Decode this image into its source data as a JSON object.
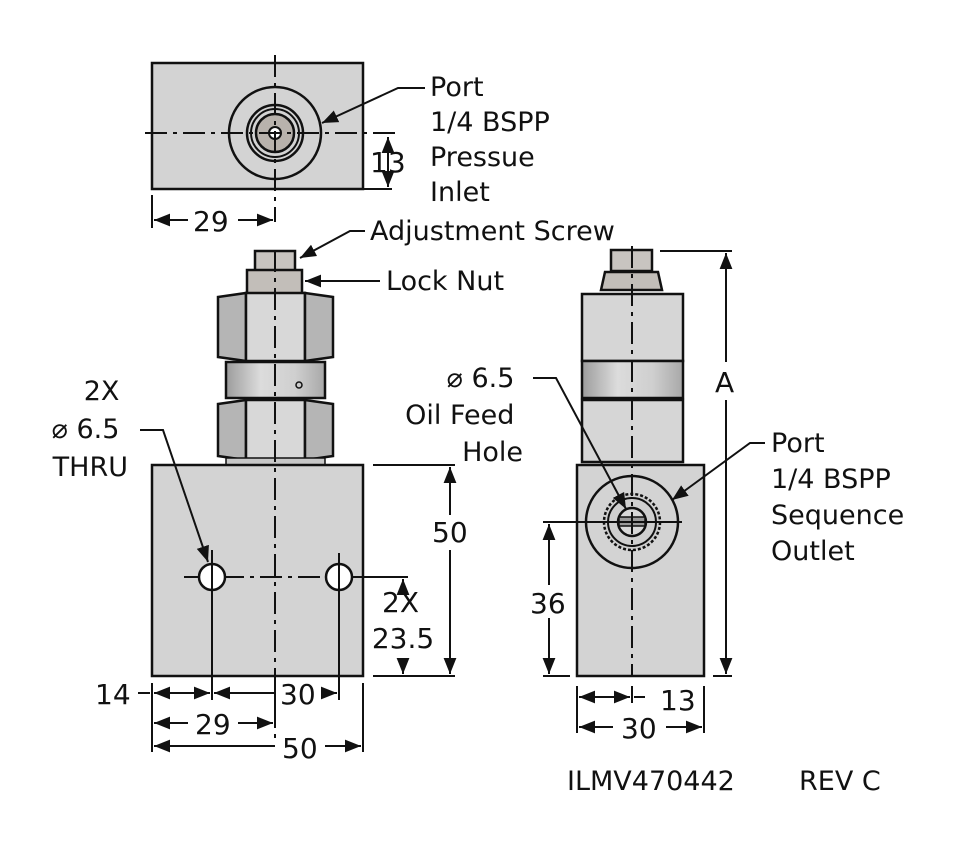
{
  "drawing": {
    "part_number": "ILMV470442",
    "revision": "REV C",
    "colors": {
      "body": "#d3d3d3",
      "line": "#111111",
      "hex_side": "#b5b5b5"
    }
  },
  "top_view": {
    "dim_horizontal": "29",
    "dim_vertical": "13",
    "callout": [
      "Port",
      "1/4 BSPP",
      "Pressue",
      "Inlet"
    ]
  },
  "front_view": {
    "callout_adjustment": "Adjustment Screw",
    "callout_locknut": "Lock Nut",
    "callout_holes": [
      "2X",
      "⌀ 6.5",
      "THRU"
    ],
    "dim_height": "50",
    "dim_hole_height": [
      "2X",
      "23.5"
    ],
    "dim_14": "14",
    "dim_30": "30",
    "dim_29": "29",
    "dim_50": "50"
  },
  "side_view": {
    "callout_oil": [
      "⌀ 6.5",
      "Oil Feed",
      "Hole"
    ],
    "callout_port": [
      "Port",
      "1/4 BSPP",
      "Sequence",
      "Outlet"
    ],
    "dim_A": "A",
    "dim_36": "36",
    "dim_13": "13",
    "dim_30": "30"
  }
}
